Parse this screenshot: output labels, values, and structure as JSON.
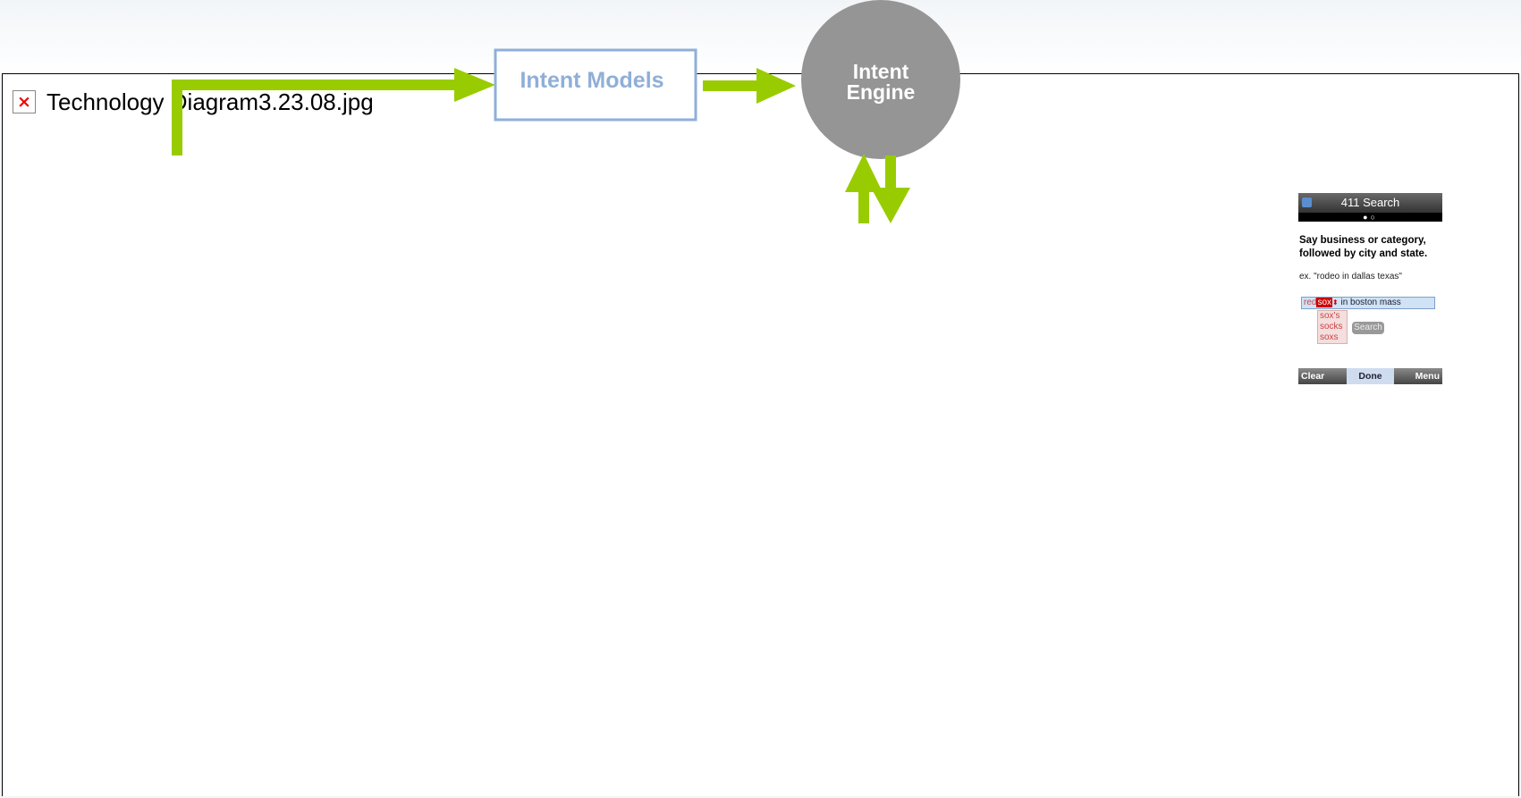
{
  "broken_image": {
    "filename": "Technology Diagram3.23.08.jpg",
    "icon": "broken-image-icon"
  },
  "diagram": {
    "intent_models_label": "Intent Models",
    "intent_engine_label_line1": "Intent",
    "intent_engine_label_line2": "Engine",
    "colors": {
      "arrow": "#99cc00",
      "models_border": "#8fafd8",
      "models_text": "#8fafd8",
      "engine_fill": "#959595",
      "engine_text": "#ffffff"
    }
  },
  "phone": {
    "title": "411 Search",
    "page_indicator": "●○",
    "prompt": "Say business or category, followed by city and state.",
    "example": "ex. \"rodeo in dallas texas\"",
    "query": {
      "word1": "red",
      "selected": "sox",
      "rest": "in boston mass"
    },
    "alternates": [
      "sox's",
      "socks",
      "soxs"
    ],
    "search_button": "Search",
    "footer": {
      "left": "Clear",
      "center": "Done",
      "right": "Menu"
    }
  }
}
